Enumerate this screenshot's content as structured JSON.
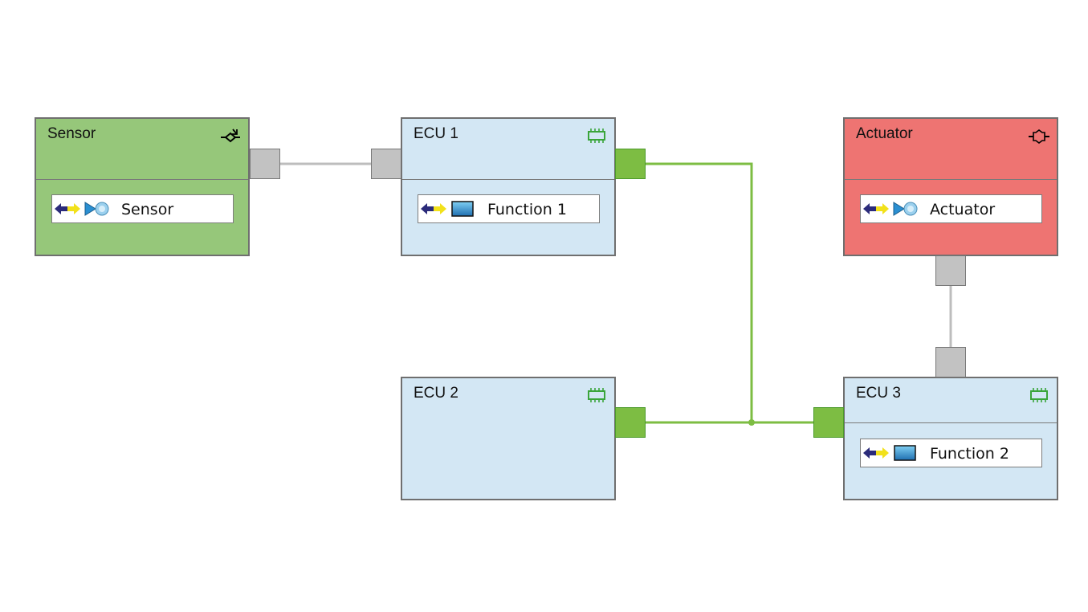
{
  "colors": {
    "sensor_fill": "#96c77a",
    "ecu_fill": "#d3e7f4",
    "actuator_fill": "#ee7472",
    "bus_line": "#7dbd43",
    "gray_link": "#bdbdbd",
    "gray_port": "#c2c2c2",
    "green_port": "#7dbd43"
  },
  "blocks": {
    "sensor": {
      "title": "Sensor",
      "icon": "sensor-symbol-icon",
      "function": {
        "label": "Sensor",
        "icon": "sensor-function-icon"
      }
    },
    "ecu1": {
      "title": "ECU 1",
      "icon": "chip-icon",
      "function": {
        "label": "Function 1",
        "icon": "software-function-icon"
      }
    },
    "actuator": {
      "title": "Actuator",
      "icon": "actuator-symbol-icon",
      "function": {
        "label": "Actuator",
        "icon": "actuator-function-icon"
      }
    },
    "ecu2": {
      "title": "ECU 2",
      "icon": "chip-icon"
    },
    "ecu3": {
      "title": "ECU 3",
      "icon": "chip-icon",
      "function": {
        "label": "Function 2",
        "icon": "software-function-icon"
      }
    }
  },
  "connections": [
    {
      "from": "sensor",
      "to": "ecu1",
      "type": "gray-link"
    },
    {
      "from": "actuator",
      "to": "ecu3",
      "type": "gray-link"
    },
    {
      "from": "ecu1",
      "to": "bus",
      "type": "bus"
    },
    {
      "from": "ecu2",
      "to": "bus",
      "type": "bus"
    },
    {
      "from": "ecu3",
      "to": "bus",
      "type": "bus"
    }
  ]
}
